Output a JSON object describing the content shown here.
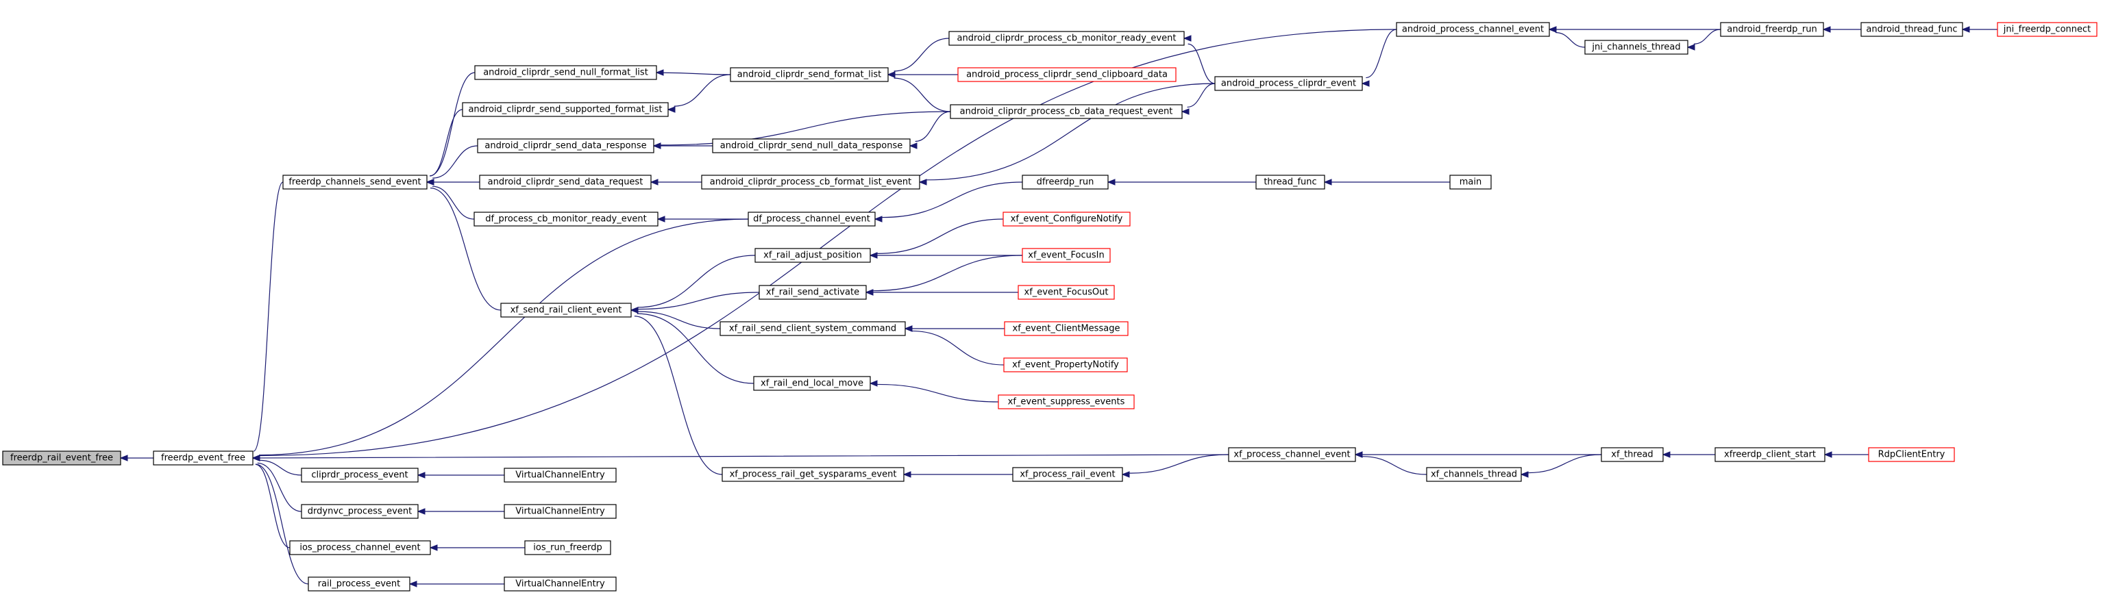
{
  "colors": {
    "edge": "#191970",
    "node_border": "#000000",
    "truncated_border": "#ff0000",
    "root_fill": "#bfbfbf"
  },
  "nodes": {
    "freerdp_rail_event_free": "freerdp_rail_event_free",
    "freerdp_event_free": "freerdp_event_free",
    "freerdp_channels_send_event": "freerdp_channels_send_event",
    "cliprdr_process_event": "cliprdr_process_event",
    "drdynvc_process_event": "drdynvc_process_event",
    "ios_process_channel_event": "ios_process_channel_event",
    "rail_process_event": "rail_process_event",
    "android_cliprdr_send_null_format_list": "android_cliprdr_send_null_format_list",
    "android_cliprdr_send_supported_format_list": "android_cliprdr_send_supported_format_list",
    "android_cliprdr_send_data_response": "android_cliprdr_send_data_response",
    "android_cliprdr_send_data_request": "android_cliprdr_send_data_request",
    "df_process_cb_monitor_ready_event": "df_process_cb_monitor_ready_event",
    "xf_send_rail_client_event": "xf_send_rail_client_event",
    "VirtualChannelEntry_1": "VirtualChannelEntry",
    "VirtualChannelEntry_2": "VirtualChannelEntry",
    "ios_run_freerdp": "ios_run_freerdp",
    "VirtualChannelEntry_3": "VirtualChannelEntry",
    "android_cliprdr_send_format_list": "android_cliprdr_send_format_list",
    "android_cliprdr_send_null_data_response": "android_cliprdr_send_null_data_response",
    "android_cliprdr_process_cb_format_list_event": "android_cliprdr_process_cb_format_list_event",
    "df_process_channel_event": "df_process_channel_event",
    "xf_rail_adjust_position": "xf_rail_adjust_position",
    "xf_rail_send_activate": "xf_rail_send_activate",
    "xf_rail_send_client_system_command": "xf_rail_send_client_system_command",
    "xf_rail_end_local_move": "xf_rail_end_local_move",
    "xf_process_rail_get_sysparams_event": "xf_process_rail_get_sysparams_event",
    "android_cliprdr_process_cb_monitor_ready_event": "android_cliprdr_process_cb_monitor_ready_event",
    "android_process_cliprdr_send_clipboard_data": "android_process_cliprdr_send_clipboard_data",
    "android_cliprdr_process_cb_data_request_event": "android_cliprdr_process_cb_data_request_event",
    "dfreerdp_run": "dfreerdp_run",
    "xf_event_ConfigureNotify": "xf_event_ConfigureNotify",
    "xf_event_FocusIn": "xf_event_FocusIn",
    "xf_event_FocusOut": "xf_event_FocusOut",
    "xf_event_ClientMessage": "xf_event_ClientMessage",
    "xf_event_PropertyNotify": "xf_event_PropertyNotify",
    "xf_event_suppress_events": "xf_event_suppress_events",
    "xf_process_rail_event": "xf_process_rail_event",
    "android_process_cliprdr_event": "android_process_cliprdr_event",
    "thread_func": "thread_func",
    "main": "main",
    "xf_process_channel_event": "xf_process_channel_event",
    "android_process_channel_event": "android_process_channel_event",
    "xf_channels_thread": "xf_channels_thread",
    "jni_channels_thread": "jni_channels_thread",
    "xf_thread": "xf_thread",
    "android_freerdp_run": "android_freerdp_run",
    "xfreerdp_client_start": "xfreerdp_client_start",
    "android_thread_func": "android_thread_func",
    "RdpClientEntry": "RdpClientEntry",
    "jni_freerdp_connect": "jni_freerdp_connect"
  }
}
